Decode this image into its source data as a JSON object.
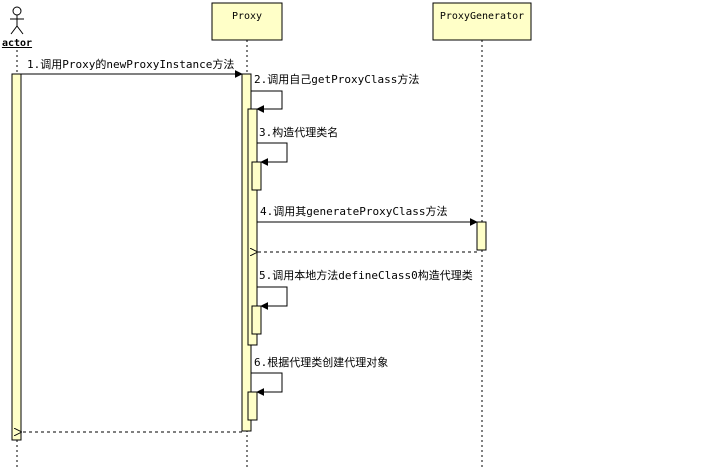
{
  "participants": {
    "actor": "actor",
    "proxy": "Proxy",
    "generator": "ProxyGenerator"
  },
  "messages": [
    {
      "id": "m1",
      "label": "1.调用Proxy的newProxyInstance方法"
    },
    {
      "id": "m2",
      "label": "2.调用自己getProxyClass方法"
    },
    {
      "id": "m3",
      "label": "3.构造代理类名"
    },
    {
      "id": "m4",
      "label": "4.调用其generateProxyClass方法"
    },
    {
      "id": "m5",
      "label": "5.调用本地方法defineClass0构造代理类"
    },
    {
      "id": "m6",
      "label": "6.根据代理类创建代理对象"
    }
  ]
}
